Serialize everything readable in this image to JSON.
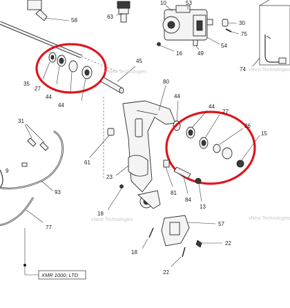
{
  "diagram": {
    "model_label": "XMR 1000, LTD",
    "watermark": "vNext Technologies",
    "highlight_color": "#e0141c",
    "callouts": {
      "c10": "10",
      "c53": "53",
      "c58": "58",
      "c63": "63",
      "c30": "30",
      "c75": "75",
      "c54": "54",
      "c16": "16",
      "c49": "49",
      "c74": "74",
      "c45": "45",
      "c35": "35",
      "c27a": "27",
      "c44a": "44",
      "c44b": "44",
      "c80": "80",
      "c44c": "44",
      "c44d": "44",
      "c27b": "27",
      "c26": "26",
      "c15": "15",
      "c31": "31",
      "c9": "9",
      "c61": "61",
      "c23": "23",
      "c93": "93",
      "c81": "81",
      "c84": "84",
      "c13": "13",
      "c18a": "18",
      "c77": "77",
      "c57": "57",
      "c18b": "18",
      "c22a": "22",
      "c22b": "22"
    }
  }
}
